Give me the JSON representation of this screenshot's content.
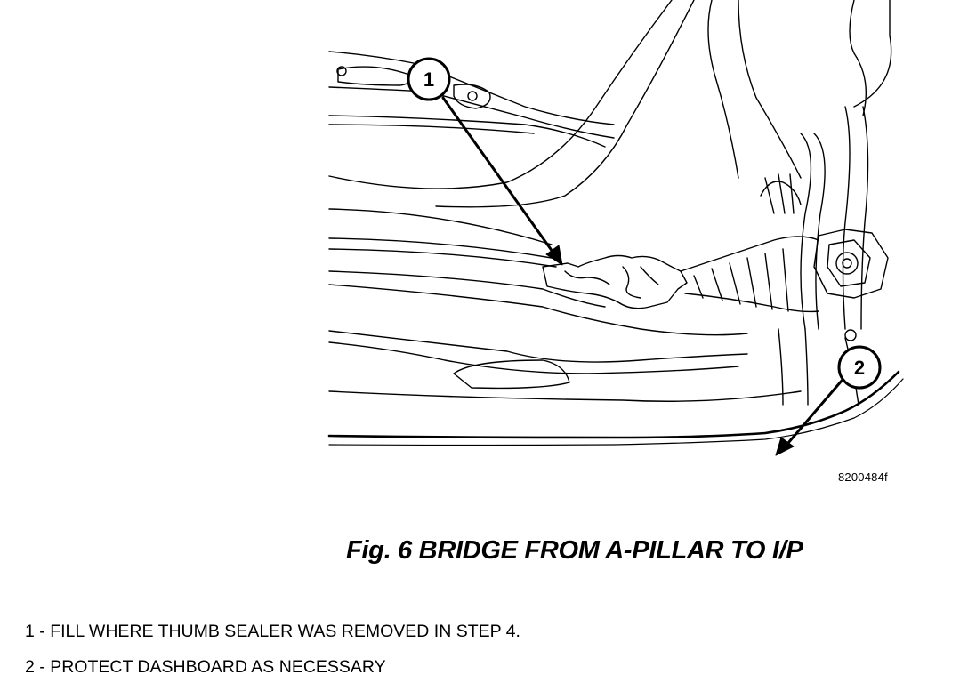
{
  "figure": {
    "image_id": "8200484f",
    "caption": "Fig. 6 BRIDGE FROM A-PILLAR TO I/P",
    "callouts": [
      {
        "number": "1",
        "text": "FILL WHERE THUMB SEALER WAS REMOVED IN STEP 4."
      },
      {
        "number": "2",
        "text": "PROTECT DASHBOARD AS NECESSARY"
      }
    ]
  }
}
